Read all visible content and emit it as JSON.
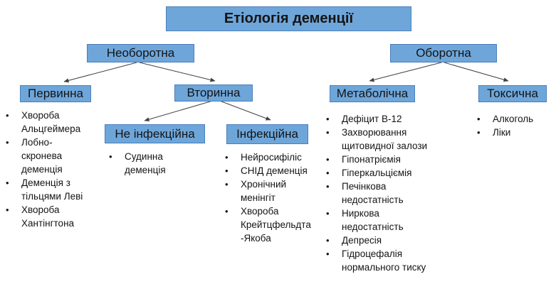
{
  "title": "Етіологія деменції",
  "nodes": {
    "irreversible": "Необоротна",
    "reversible": "Оборотна",
    "primary": "Первинна",
    "secondary": "Вторинна",
    "non_infectious": "Не інфекційна",
    "infectious": "Інфекційна",
    "metabolic": "Метаболічна",
    "toxic": "Токсична"
  },
  "lists": {
    "primary": [
      "Хвороба\nАльцгеймера",
      "Лобно-\nскронева\nдеменція",
      "Деменція з\nтільцями Леві",
      "Хвороба\nХантінгтона"
    ],
    "non_infectious": [
      "Судинна\nдеменція"
    ],
    "infectious": [
      "Нейросифіліс",
      "СНІД деменція",
      "Хронічний\nменінгіт",
      "Хвороба\nКрейтцфельдта\n-Якоба"
    ],
    "metabolic": [
      "Дефіцит В-12",
      "Захворювання\nщитовидної залози",
      "Гіпонатріємія",
      "Гіперкальціємія",
      "Печінкова\nнедостатність",
      "Ниркова\nнедостатність",
      "Депресія",
      "Гідроцефалія\nнормального тиску"
    ],
    "toxic": [
      "Алкоголь",
      "Ліки"
    ]
  },
  "colors": {
    "box_fill": "#6ea6da",
    "box_border": "#4a7ebb",
    "connector": "#404040",
    "text": "#141414",
    "background": "#ffffff"
  }
}
